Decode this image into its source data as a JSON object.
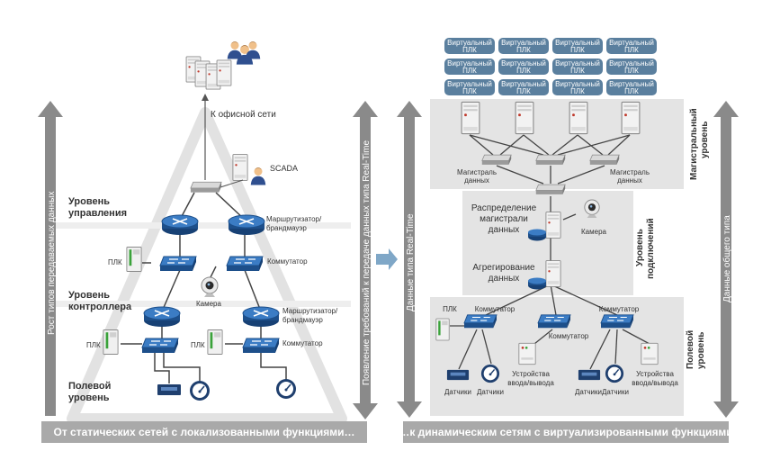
{
  "left": {
    "office_label": "К офисной сети",
    "scada_label": "SCADA",
    "levels": {
      "management": [
        "Уровень",
        "управления"
      ],
      "controller": [
        "Уровень",
        "контроллера"
      ],
      "field": [
        "Полевой",
        "уровень"
      ]
    },
    "router_label": [
      "Маршрутизатор/",
      "брандмауэр"
    ],
    "switch_label": "Коммутатор",
    "plc_label": "ПЛК",
    "camera_label": "Камера",
    "arrow_label": "Рост типов передаваемых данных",
    "bottom_bar": "От статических сетей с локализованными функциями…"
  },
  "middle": {
    "arrow_label": "Появление требований к передаче данных типа Real-Time"
  },
  "right": {
    "virtual_plc": [
      "Виртуальный",
      "ПЛК"
    ],
    "backbone_label": [
      "Магистраль",
      "данных"
    ],
    "distribution_label": [
      "Распределение",
      "магистрали",
      "данных"
    ],
    "aggregation_label": [
      "Агрегирование",
      "данных"
    ],
    "camera_label": "Камера",
    "switch_label": "Коммутатор",
    "plc_label": "ПЛК",
    "sensors_label": "Датчики",
    "io_label": [
      "Устройства",
      "ввода/вывода"
    ],
    "level_backbone": [
      "Магистральный",
      "уровень"
    ],
    "level_access": [
      "Уровень",
      "подключений"
    ],
    "level_field": [
      "Полевой",
      "уровень"
    ],
    "arrow_left": "Данные типа Real-Time",
    "arrow_right": "Данные общего типа",
    "bottom_bar": "…к динамическим сетям с виртуализированными функциями"
  },
  "colors": {
    "bar": "#a9a9a9",
    "arrow": "#888888",
    "panel": "#e4e4e4",
    "router": "#1f5fa8",
    "switch": "#2d6db5",
    "vplc": "#5a7f9e",
    "accent_arrow": "#7fa7c7"
  }
}
